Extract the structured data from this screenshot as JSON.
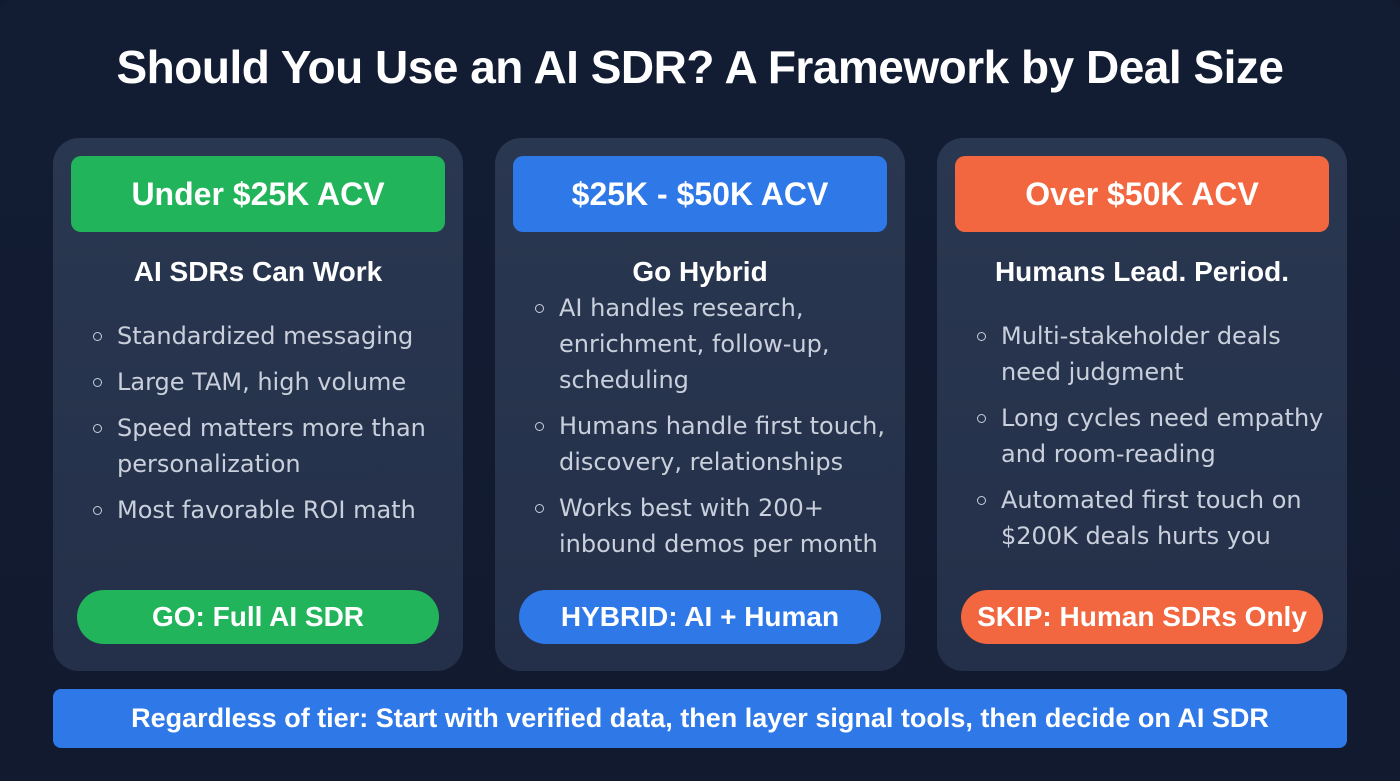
{
  "title": "Should You Use an AI SDR? A Framework by Deal Size",
  "colors": {
    "background": "#111a2e",
    "card": "#28344d",
    "green": "#22b45a",
    "blue": "#2f78e8",
    "orange": "#f2673f",
    "bullet_text": "#c9d0dc"
  },
  "tiers": [
    {
      "header": "Under $25K ACV",
      "color": "#22b45a",
      "subtitle": "AI SDRs Can Work",
      "bullets": [
        "Standardized messaging",
        "Large TAM, high volume",
        "Speed matters more than personalization",
        "Most favorable ROI math"
      ],
      "verdict": "GO: Full AI SDR"
    },
    {
      "header": "$25K - $50K ACV",
      "color": "#2f78e8",
      "subtitle": "Go Hybrid",
      "bullets": [
        "AI handles research, enrichment, follow-up, scheduling",
        "Humans handle first touch, discovery, relationships",
        "Works best with 200+ inbound demos per month"
      ],
      "verdict": "HYBRID: AI + Human"
    },
    {
      "header": "Over $50K ACV",
      "color": "#f2673f",
      "subtitle": "Humans Lead. Period.",
      "bullets": [
        "Multi-stakeholder deals need judgment",
        "Long cycles need empathy and room-reading",
        "Automated first touch on $200K deals hurts you"
      ],
      "verdict": "SKIP: Human SDRs Only"
    }
  ],
  "footer": "Regardless of tier: Start with verified data, then layer signal tools, then decide on AI SDR"
}
